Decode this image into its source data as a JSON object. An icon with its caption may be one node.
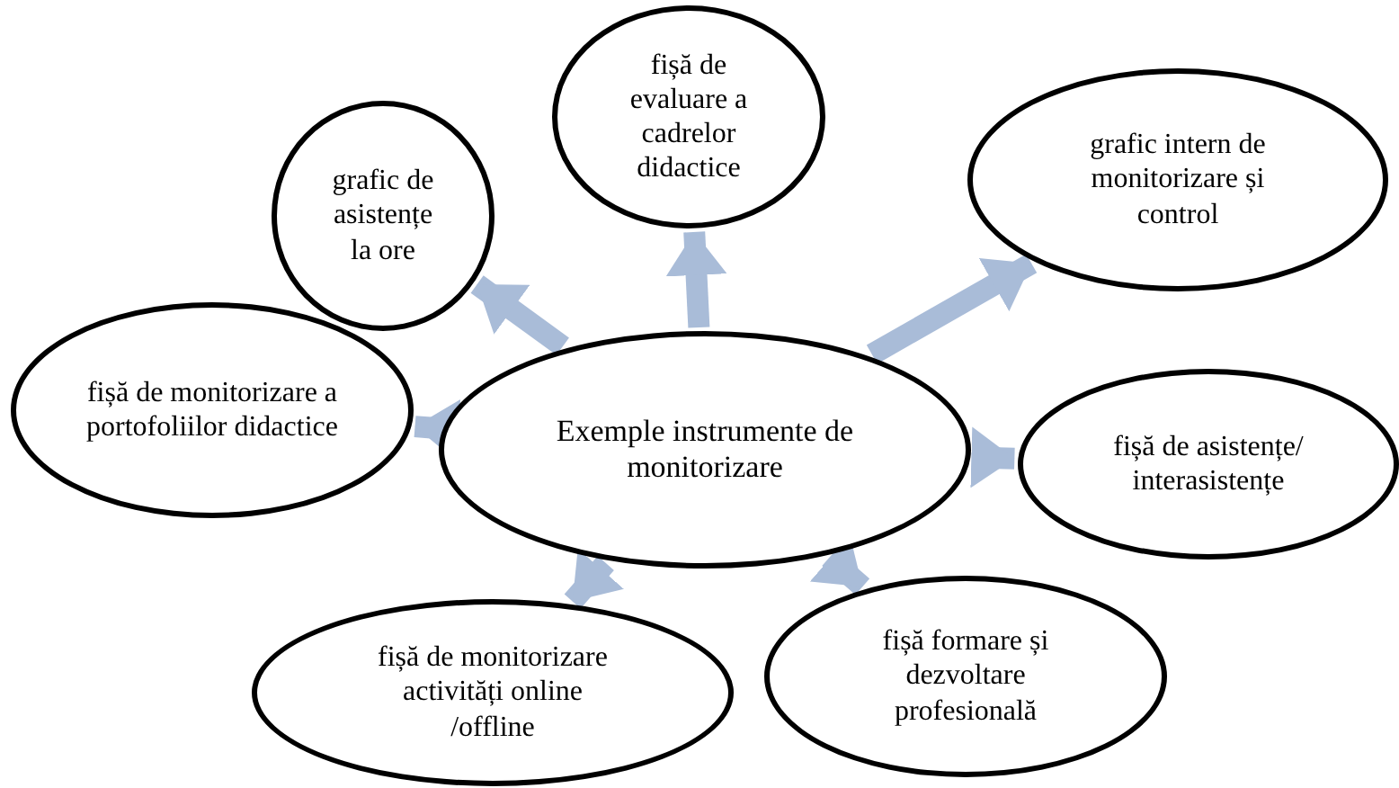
{
  "diagram": {
    "nodes": [
      {
        "text": [
          "Exemple  instrumente de monitorizare"
        ]
      },
      {
        "text": [
          "fișă de evaluare a cadrelor didactice"
        ]
      },
      {
        "text": [
          "grafic de asistențe la ore"
        ]
      },
      {
        "text": [
          "grafic intern de monitorizare și control"
        ]
      },
      {
        "text": [
          "fișă de monitorizare a portofoliilor didactice"
        ]
      },
      {
        "text": [
          "fișă de asistențe/ interasistențe"
        ]
      },
      {
        "text": [
          "fișă formare și dezvoltare profesională"
        ]
      },
      {
        "text": [
          "fișă de monitorizare activități online /offline"
        ]
      }
    ],
    "edges": [
      {
        "from": 0,
        "to": 1,
        "arrow": "to"
      },
      {
        "from": 0,
        "to": 2,
        "arrow": "to"
      },
      {
        "from": 0,
        "to": 3,
        "arrow": "to"
      },
      {
        "from": 0,
        "to": 4,
        "arrow": "to"
      },
      {
        "from": 0,
        "to": 5,
        "arrow": "to"
      },
      {
        "from": 0,
        "to": 6,
        "arrow": "to"
      },
      {
        "from": 0,
        "to": 7,
        "arrow": "to"
      }
    ]
  }
}
